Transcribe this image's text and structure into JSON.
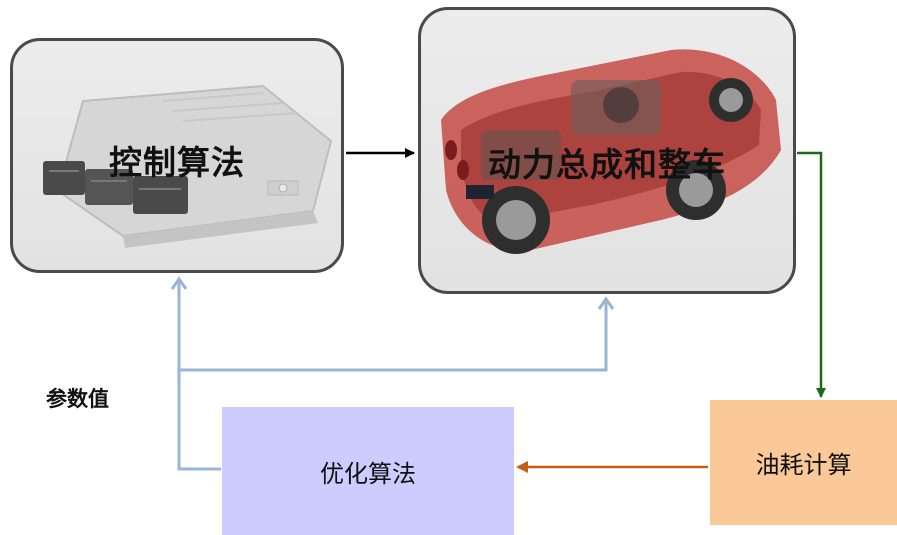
{
  "control_box": {
    "label": "控制算法",
    "icon": "ecu-unit-image"
  },
  "car_box": {
    "label": "动力总成和整车",
    "icon": "cutaway-car-image"
  },
  "optimize_box": {
    "label": "优化算法",
    "color": "#ccccff"
  },
  "fuel_box": {
    "label": "油耗计算",
    "color": "#fbc898"
  },
  "param_label": "参数值",
  "arrow_colors": {
    "control_to_car": "#000000",
    "car_to_fuel": "#1a6b1a",
    "fuel_to_optimize": "#c06018",
    "optimize_feedback": "#9ab4d4"
  }
}
